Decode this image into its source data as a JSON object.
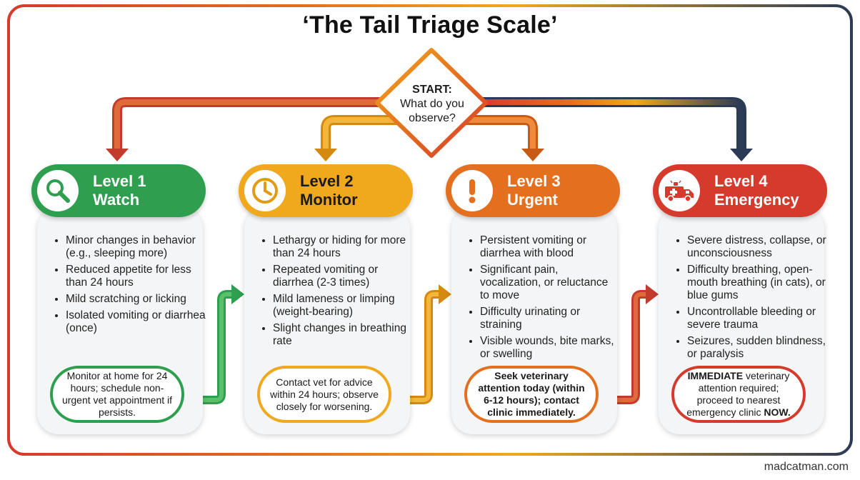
{
  "title": "‘The Tail Triage Scale’",
  "start": {
    "label": "START:",
    "question": "What do you observe?"
  },
  "levels": [
    {
      "level": "Level 1",
      "name": "Watch",
      "icon": "magnifier-icon",
      "color": "#2e9e4f",
      "bullets": [
        "Minor changes in behavior (e.g., sleeping more)",
        "Reduced appetite for less than 24 hours",
        "Mild scratching or licking",
        "Isolated vomiting or diarrhea (once)"
      ],
      "action": "Monitor at home for 24 hours; schedule non-urgent vet appointment if persists."
    },
    {
      "level": "Level 2",
      "name": "Monitor",
      "icon": "clock-icon",
      "color": "#f0a81d",
      "bullets": [
        "Lethargy or hiding for more than 24 hours",
        "Repeated vomiting or diarrhea (2-3 times)",
        "Mild lameness or limping (weight-bearing)",
        "Slight changes in breathing rate"
      ],
      "action": "Contact vet for advice within 24 hours; observe closely for worsening."
    },
    {
      "level": "Level 3",
      "name": "Urgent",
      "icon": "exclamation-icon",
      "color": "#e46f1f",
      "bullets": [
        "Persistent vomiting or diarrhea with blood",
        "Significant pain, vocalization, or reluctance to move",
        "Difficulty urinating or straining",
        "Visible wounds, bite marks, or swelling"
      ],
      "action": "Seek veterinary attention today (within 6-12 hours); contact clinic immediately."
    },
    {
      "level": "Level 4",
      "name": "Emergency",
      "icon": "ambulance-icon",
      "color": "#d63a2c",
      "bullets": [
        "Severe distress, collapse, or unconsciousness",
        "Difficulty breathing, open-mouth breathing (in cats), or blue gums",
        "Uncontrollable bleeding or severe trauma",
        "Seizures, sudden blindness, or paralysis"
      ],
      "action_prefix": "IMMEDIATE",
      "action": " veterinary attention required; proceed to nearest emergency clinic ",
      "action_suffix": "NOW."
    }
  ],
  "footer": "madcatman.com"
}
